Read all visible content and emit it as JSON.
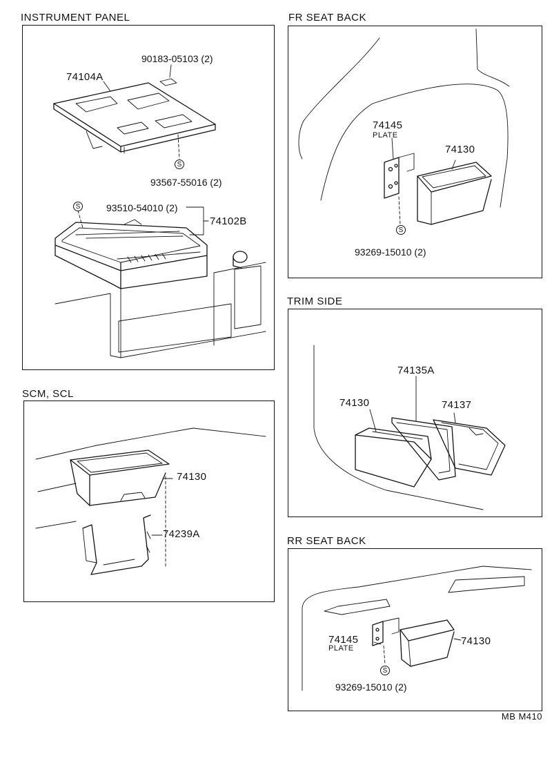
{
  "sections": {
    "instrument_panel": {
      "title": "INSTRUMENT PANEL",
      "labels": {
        "part_74104A": "74104A",
        "part_90183": "90183-05103 (2)",
        "part_93567": "93567-55016 (2)",
        "part_93510": "93510-54010 (2)",
        "part_74102B": "74102B"
      }
    },
    "fr_seat_back": {
      "title": "FR SEAT BACK",
      "labels": {
        "part_74145": "74145",
        "plate": "PLATE",
        "part_74130": "74130",
        "part_93269": "93269-15010 (2)"
      }
    },
    "scm_scl": {
      "title": "SCM, SCL",
      "labels": {
        "part_74130": "74130",
        "part_74239A": "74239A"
      }
    },
    "trim_side": {
      "title": "TRIM SIDE",
      "labels": {
        "part_74135A": "74135A",
        "part_74130": "74130",
        "part_74137": "74137"
      }
    },
    "rr_seat_back": {
      "title": "RR SEAT BACK",
      "labels": {
        "part_74145": "74145",
        "plate": "PLATE",
        "part_74130": "74130",
        "part_93269": "93269-15010 (2)"
      }
    }
  },
  "screw_symbol": "S",
  "footer": "MB  M410"
}
